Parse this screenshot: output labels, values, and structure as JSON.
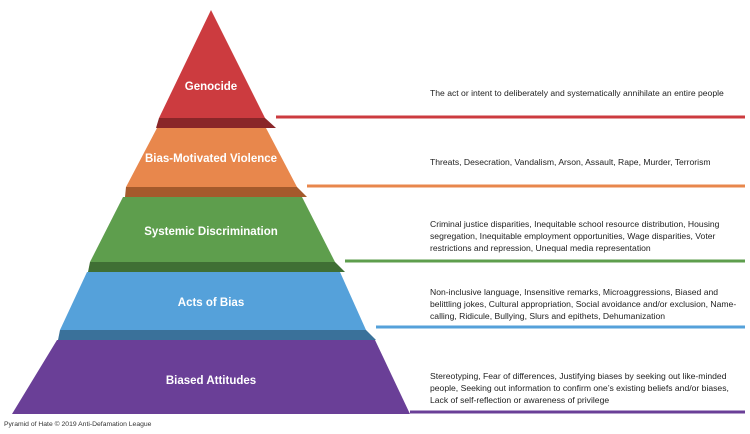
{
  "tiers": [
    {
      "label": "Genocide",
      "description": "The act or intent to deliberately and systematically annihilate an entire people",
      "color": "#cc3b3f",
      "shade": "#8a2629"
    },
    {
      "label": "Bias-Motivated Violence",
      "description": "Threats, Desecration, Vandalism, Arson, Assault, Rape, Murder, Terrorism",
      "color": "#e8874c",
      "shade": "#a45a2c"
    },
    {
      "label": "Systemic Discrimination",
      "description": "Criminal justice disparities, Inequitable school resource distribution, Housing segregation, Inequitable employment opportunities, Wage disparities, Voter restrictions and repression, Unequal media representation",
      "color": "#5e9e4d",
      "shade": "#3f6f34"
    },
    {
      "label": "Acts of Bias",
      "description": "Non-inclusive language, Insensitive remarks, Microaggressions, Biased and belittling jokes, Cultural appropriation, Social avoidance and/or exclusion, Name-calling, Ridicule, Bullying, Slurs and epithets, Dehumanization",
      "color": "#55a1da",
      "shade": "#3a719a"
    },
    {
      "label": "Biased Attitudes",
      "description": "Stereotyping, Fear of differences, Justifying biases by seeking out like-minded people, Seeking out information to confirm one’s existing beliefs and/or biases, Lack of self-reflection or awareness of privilege",
      "color": "#6a3f97",
      "shade": "#4a2b6a"
    }
  ],
  "footer": "Pyramid of Hate © 2019  Anti-Defamation League"
}
